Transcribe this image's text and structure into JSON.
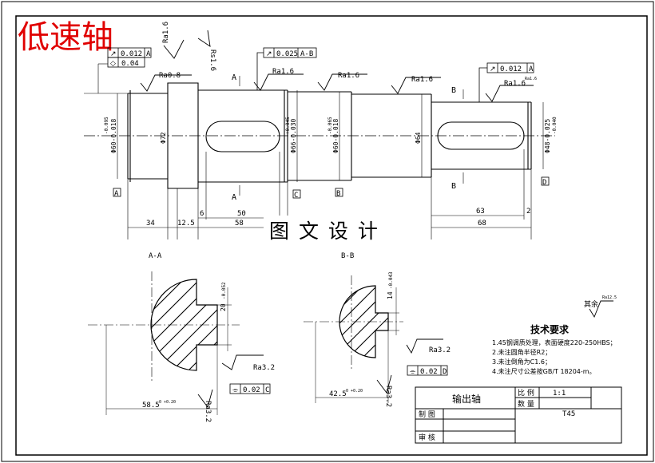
{
  "watermark": "低速轴",
  "banner": "图 文 设 计",
  "sections": {
    "a": "A-A",
    "b": "B-B"
  },
  "section_marks": {
    "a": "A",
    "b": "B"
  },
  "datums": {
    "a": "A",
    "b": "B",
    "c": "C",
    "d": "D"
  },
  "roughness": {
    "ra16": "Ra1.6",
    "ra08": "Ra0.8",
    "ra32": "Ra3.2",
    "ra125": "Ra12.5",
    "ra16_sup": "Ra1.6",
    "ra16_small": "Rs1.6"
  },
  "tolerance_frames": {
    "runout_a": {
      "symbol": "↗",
      "value": "0.012",
      "datum": "A"
    },
    "flat_a": {
      "symbol": "◇",
      "value": "0.04"
    },
    "runout_ab": {
      "symbol": "↗",
      "value": "0.025",
      "datum": "A-B"
    },
    "runout_a2": {
      "symbol": "↗",
      "value": "0.012",
      "datum": "A"
    },
    "sym_c": {
      "symbol": "⌯",
      "value": "0.02",
      "datum": "C"
    },
    "sym_d": {
      "symbol": "⌯",
      "value": "0.02",
      "datum": "D"
    }
  },
  "diameters": {
    "d1": "Φ60-0.018",
    "d1b": "-0.095",
    "d2": "Φ72",
    "d3": "Φ66-0.030",
    "d3b": "+0.045",
    "d4": "Φ60-0.018",
    "d4b": "-0.065",
    "d5": "Φ64",
    "d6": "Φ48-0.025",
    "d6b": "-0.040"
  },
  "lengths": {
    "l34": "34",
    "l125": "12.5",
    "l6": "6",
    "l50": "50",
    "l58": "58",
    "l63": "63",
    "l2": "2",
    "l68": "68"
  },
  "section_dims": {
    "a_depth": "58.5",
    "a_depth_tol": "0\n+0.20",
    "a_width": "20",
    "a_width_tol": "-0.052",
    "b_depth": "42.5",
    "b_depth_tol": "0\n+0.20",
    "b_width": "14",
    "b_width_tol": "-0.043"
  },
  "other_finish": {
    "label": "其余",
    "value": "Ra12.5"
  },
  "tech": {
    "title": "技术要求",
    "items": [
      "1.45钢调质处理，表面硬度220-250HBS；",
      "2.未注圆角半径R2；",
      "3.未注倒角为C1.6；",
      "4.未注尺寸公差按GB/T 18204-m。"
    ]
  },
  "title_block": {
    "part_name": "输出轴",
    "scale_label": "比 例",
    "scale": "1:1",
    "qty_label": "数 量",
    "material": "T45",
    "drawn": "制 图",
    "checked": "审 核"
  },
  "colors": {
    "watermark": "#e00000",
    "line": "#000000"
  }
}
